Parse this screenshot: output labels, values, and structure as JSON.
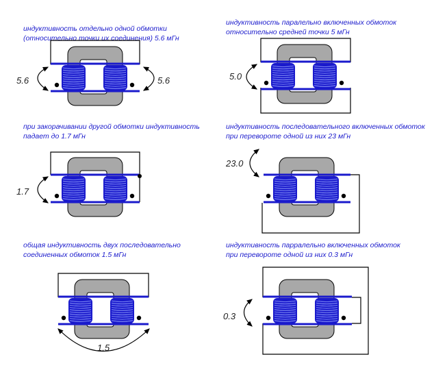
{
  "panels": [
    {
      "caption": [
        "индуктивность отдельно одной обмотки",
        "(относительно точки их соединения) 5.6 мГн"
      ],
      "values": [
        "5.6",
        "5.6"
      ]
    },
    {
      "caption": [
        "индуктивность паралельно включенных обмоток",
        "относительно средней точки 5 мГн"
      ],
      "values": [
        "5.0"
      ]
    },
    {
      "caption": [
        "при закорачивании другой обмотки индуктивность",
        "падает до 1.7 мГн"
      ],
      "values": [
        "1.7"
      ]
    },
    {
      "caption": [
        "индуктивность последовательного включенных обмоток",
        "при перевороте одной из них  23 мГн"
      ],
      "values": [
        "23.0"
      ]
    },
    {
      "caption": [
        "общая индуктивность двух последовательно",
        "соединенных обмоток 1.5 мГн"
      ],
      "values": [
        "1.5"
      ]
    },
    {
      "caption": [
        "индуктивность парралельно включенных обмоток",
        "при перевороте одной из них 0.3 мГн"
      ],
      "values": [
        "0.3"
      ]
    }
  ],
  "colors": {
    "core": "#a8a8a8",
    "coil": "#1a1acc",
    "caption": "#1a1acc"
  }
}
